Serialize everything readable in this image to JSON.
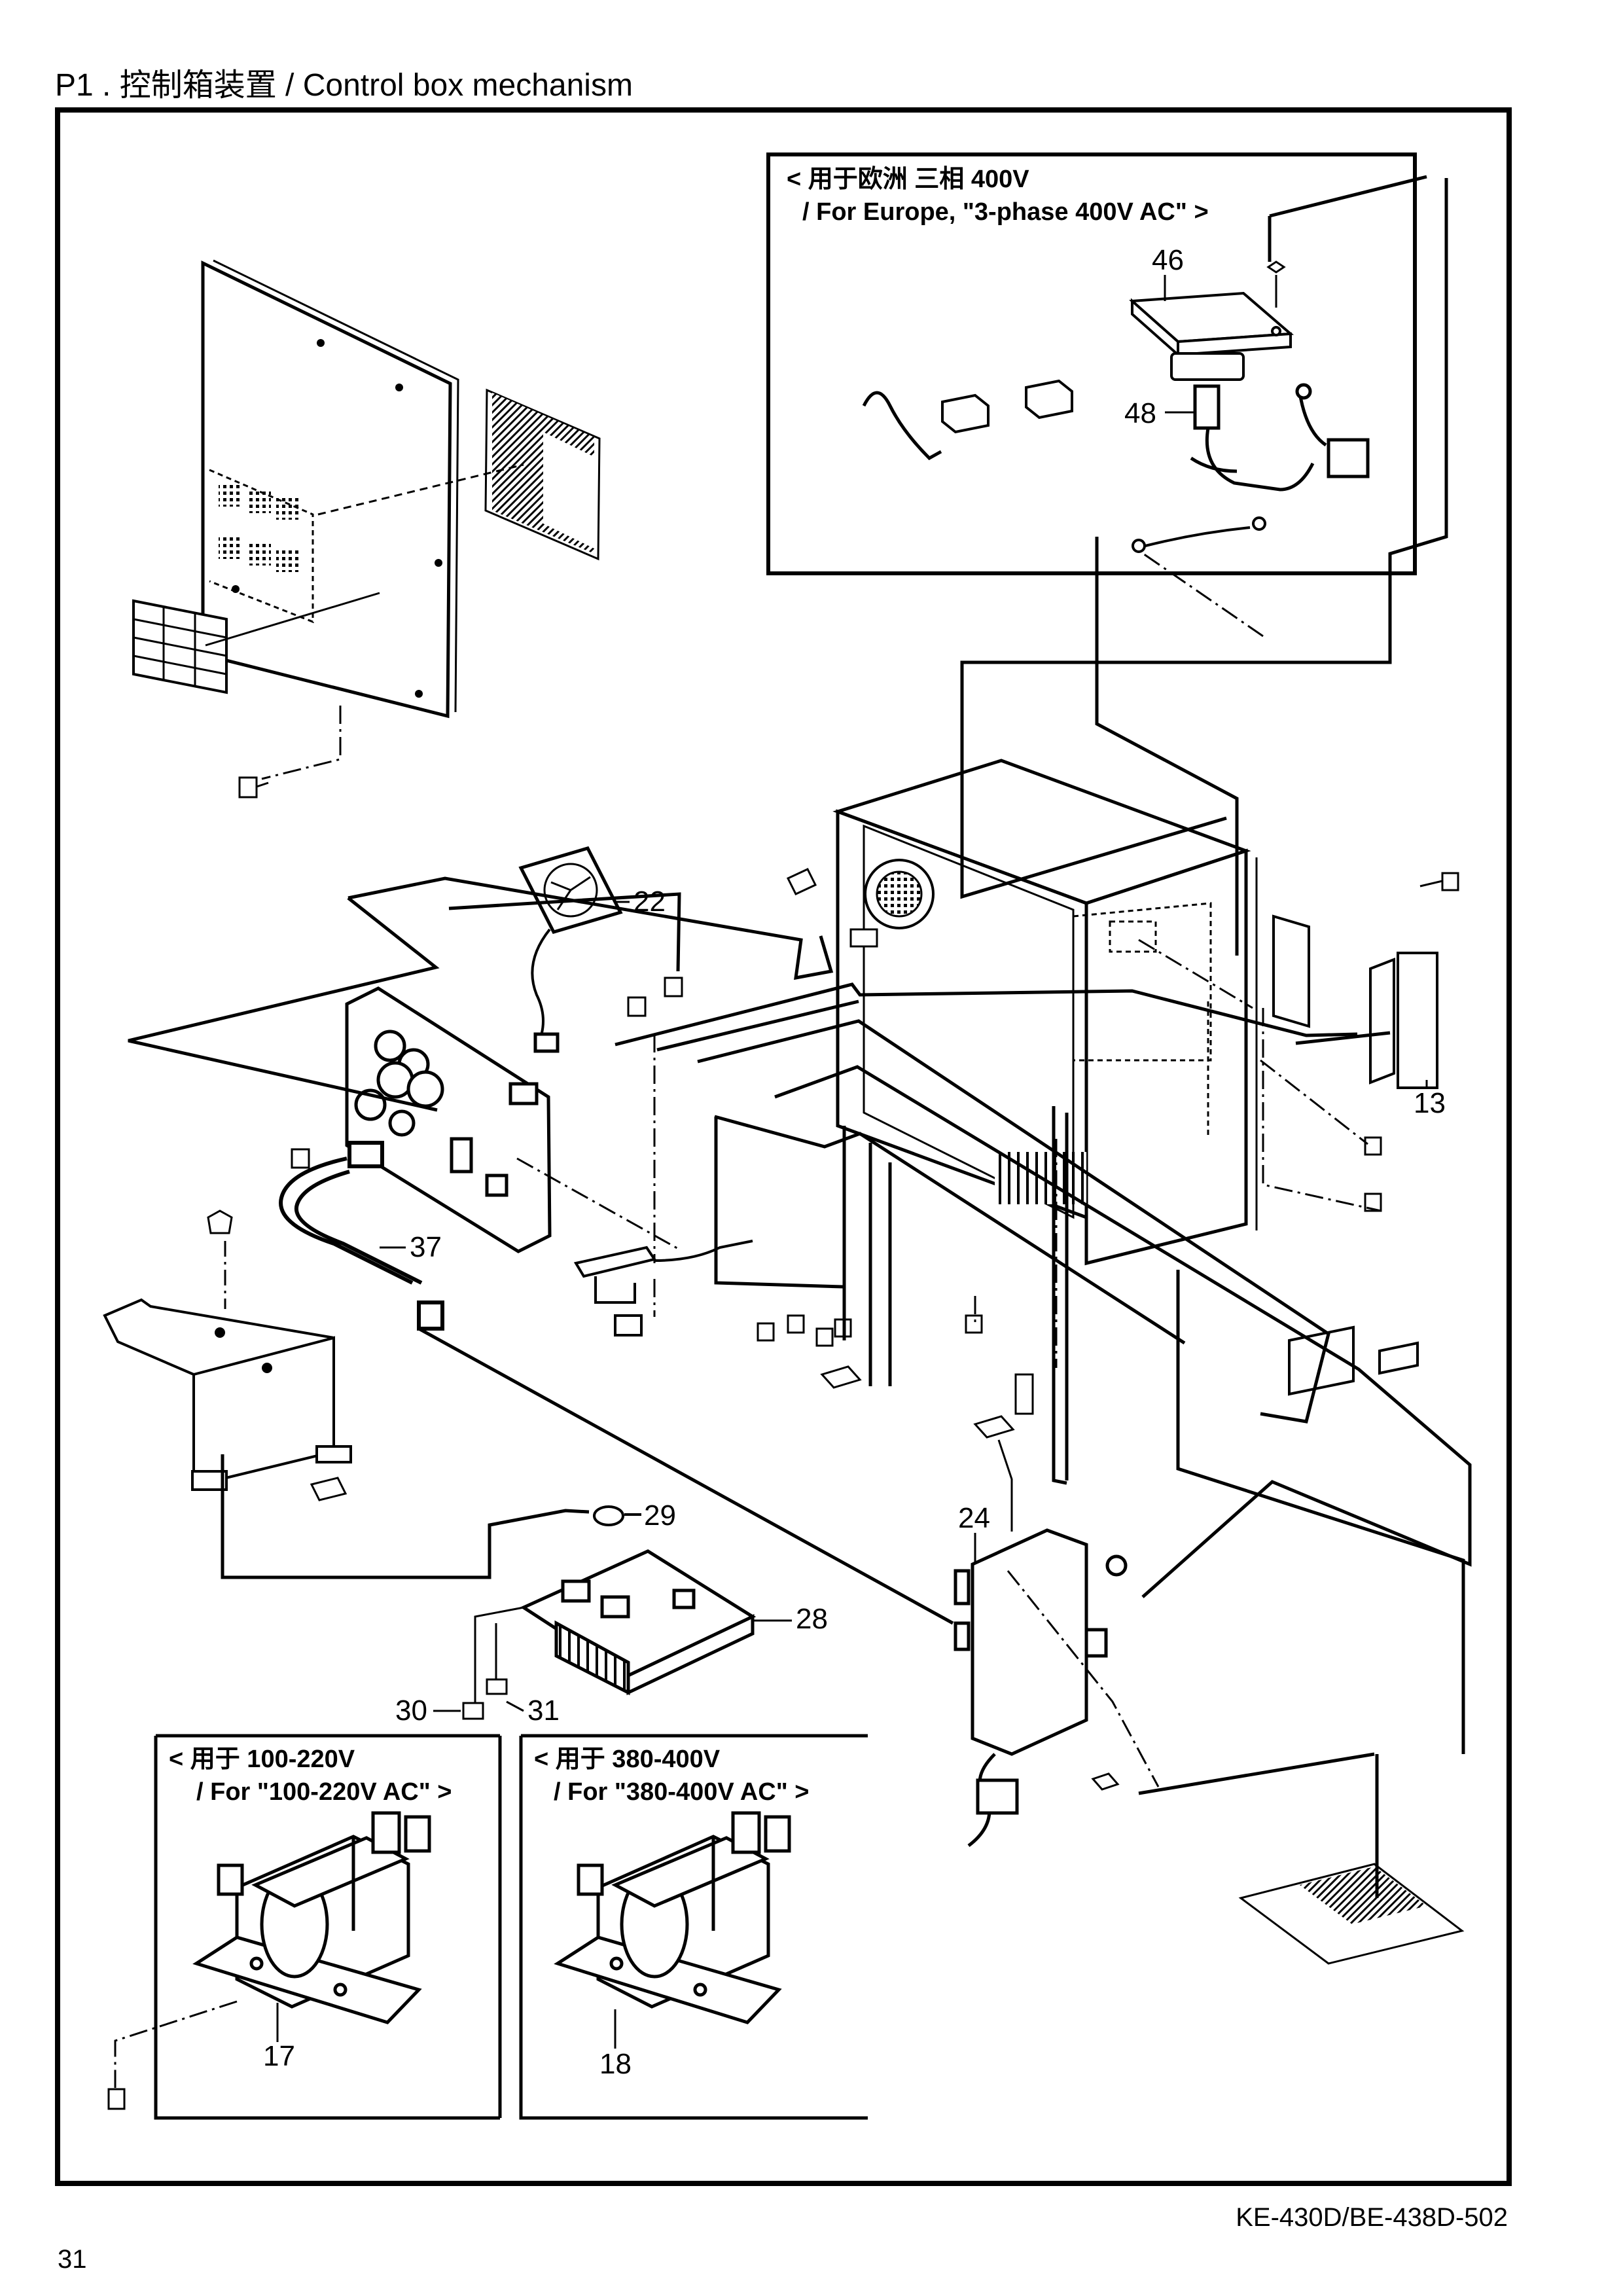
{
  "header": {
    "title": "P1 . 控制箱装置 / Control box mechanism"
  },
  "insets": {
    "europe": {
      "line1": "< 用于欧洲  三相 400V",
      "line2": "/ For Europe, \"3-phase 400V AC\" >"
    },
    "v100_220": {
      "line1": "<  用于 100-220V",
      "line2": "/ For \"100-220V AC\" >"
    },
    "v380_400": {
      "line1": "< 用于 380-400V",
      "line2": "/ For \"380-400V AC\" >"
    }
  },
  "parts": {
    "p13": "13",
    "p17": "17",
    "p18": "18",
    "p22": "22",
    "p24": "24",
    "p28": "28",
    "p29": "29",
    "p30": "30",
    "p31": "31",
    "p37": "37",
    "p46": "46",
    "p48": "48"
  },
  "footer": {
    "model": "KE-430D/BE-438D-502",
    "page_number": "31"
  }
}
